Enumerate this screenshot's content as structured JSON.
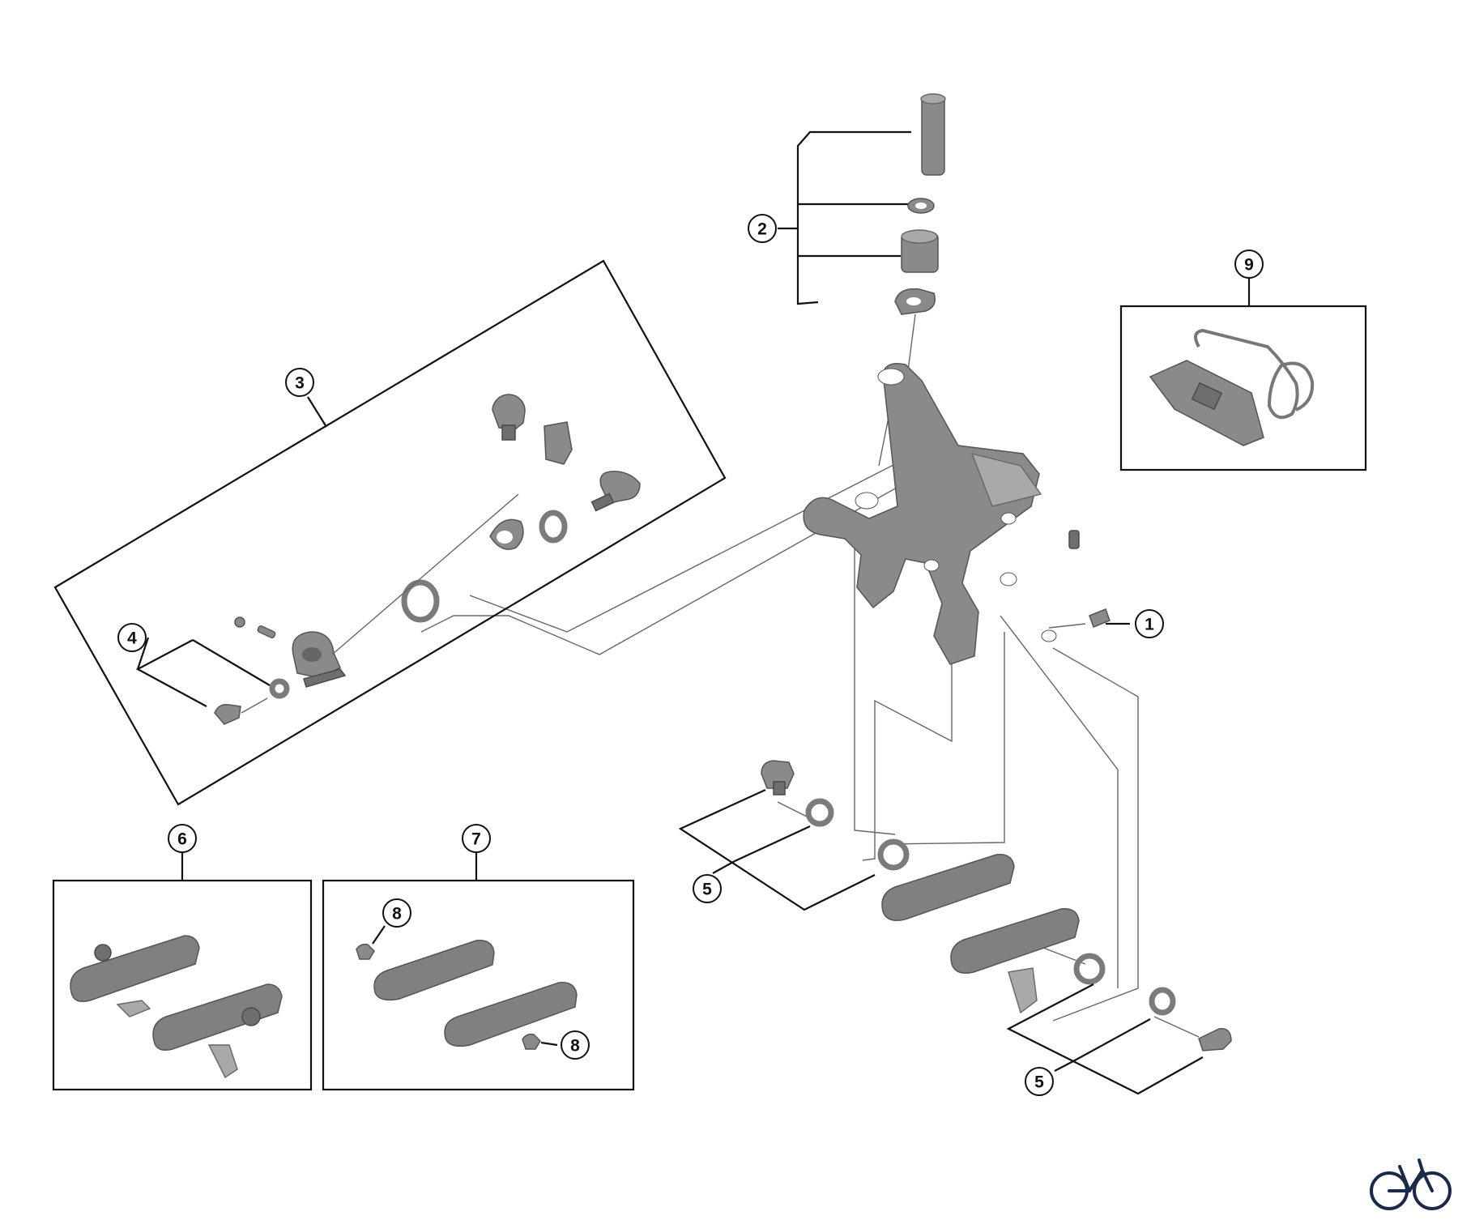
{
  "callouts": [
    {
      "id": "c1",
      "label": "1"
    },
    {
      "id": "c2",
      "label": "2"
    },
    {
      "id": "c3",
      "label": "3"
    },
    {
      "id": "c4",
      "label": "4"
    },
    {
      "id": "c5a",
      "label": "5"
    },
    {
      "id": "c5b",
      "label": "5"
    },
    {
      "id": "c6",
      "label": "6"
    },
    {
      "id": "c7",
      "label": "7"
    },
    {
      "id": "c8a",
      "label": "8"
    },
    {
      "id": "c8b",
      "label": "8"
    },
    {
      "id": "c9",
      "label": "9"
    }
  ],
  "colors": {
    "ink": "#111111",
    "part": "#8a8a8a",
    "brand_logo": "#1b2a4a"
  },
  "logo_icon": "bicycle-icon"
}
